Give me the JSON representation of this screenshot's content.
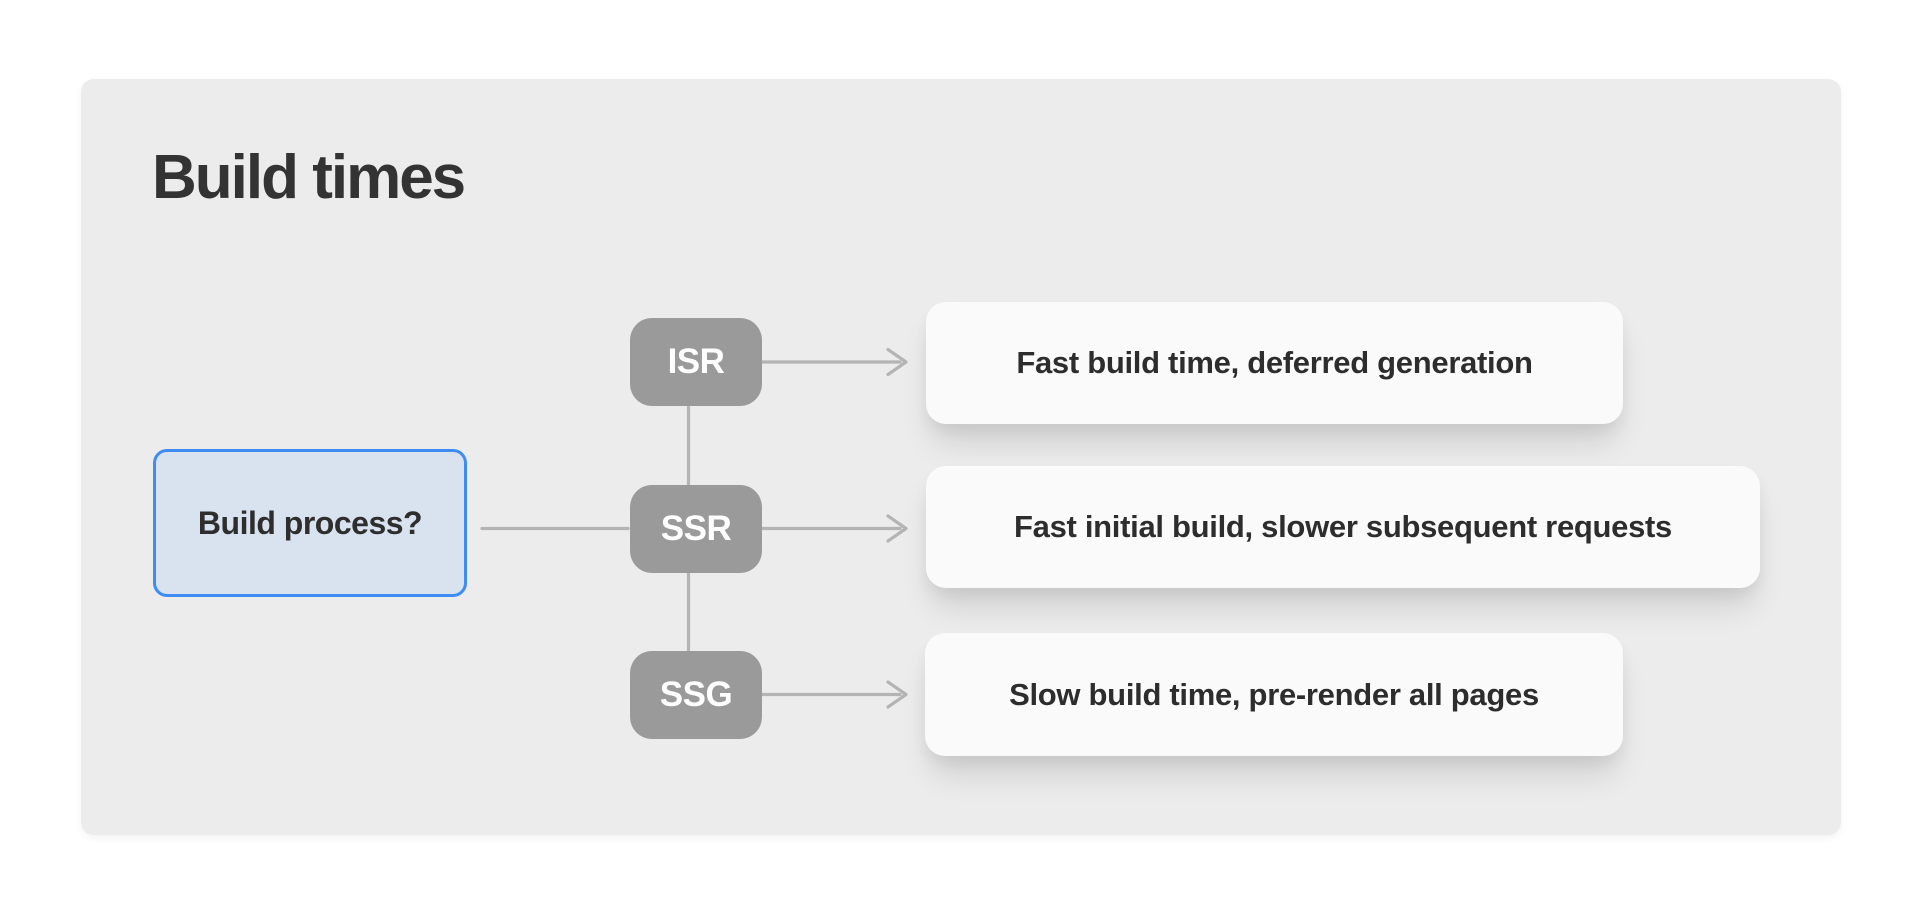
{
  "page": {
    "title": "Build times"
  },
  "diagram": {
    "root": {
      "label": "Build process?"
    },
    "nodes": [
      {
        "id": "isr",
        "label": "ISR"
      },
      {
        "id": "ssr",
        "label": "SSR"
      },
      {
        "id": "ssg",
        "label": "SSG"
      }
    ],
    "outcomes": [
      {
        "for": "ISR",
        "label": "Fast build time, deferred generation"
      },
      {
        "for": "SSR",
        "label": "Fast initial build, slower subsequent requests"
      },
      {
        "for": "SSG",
        "label": "Slow build time, pre-render all pages"
      }
    ]
  },
  "colors": {
    "page_background": "#ffffff",
    "panel_background": "#ececec",
    "root_fill": "#d9e3ef",
    "root_border": "#3f8cf3",
    "node_fill": "#9a9a9a",
    "node_text": "#ffffff",
    "card_fill": "#fafafa",
    "text_dark": "#2d2d2d",
    "connector": "#b4b4b4"
  }
}
